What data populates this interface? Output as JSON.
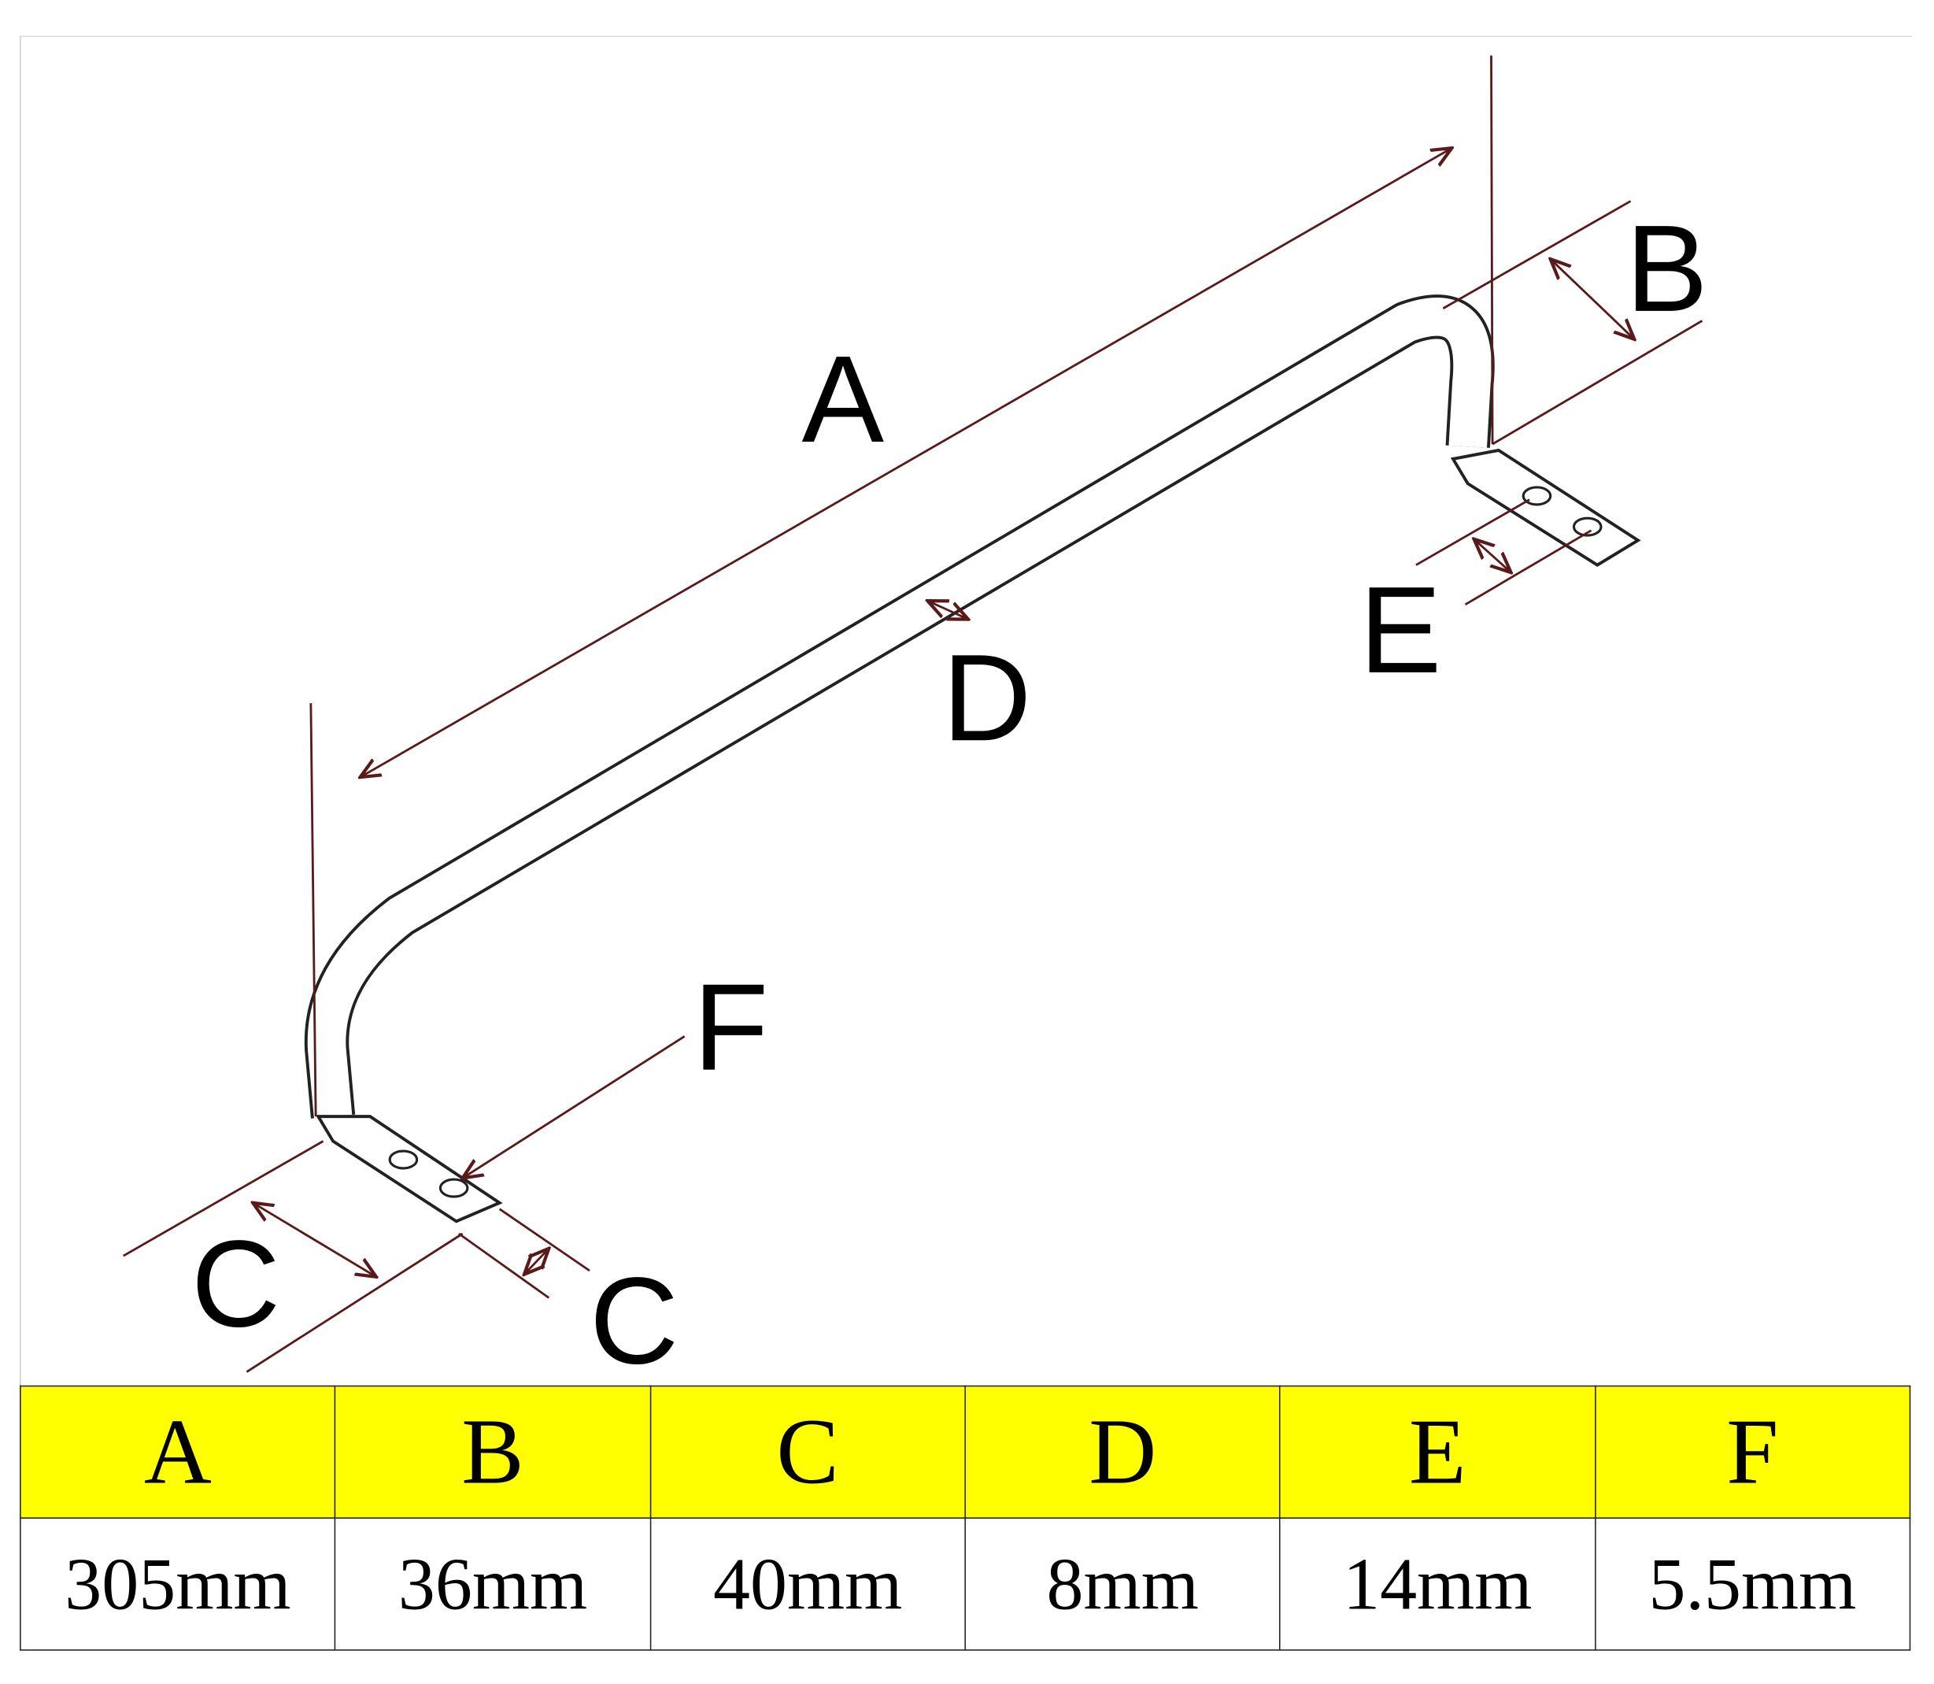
{
  "diagram": {
    "labels": {
      "A": "A",
      "B": "B",
      "C1": "C",
      "C2": "C",
      "D": "D",
      "E": "E",
      "F": "F"
    },
    "line_color": "#5a1a1a"
  },
  "table": {
    "headers": [
      "A",
      "B",
      "C",
      "D",
      "E",
      "F"
    ],
    "values": [
      "305mm",
      "36mm",
      "40mm",
      "8mm",
      "14mm",
      "5.5mm"
    ],
    "header_bg": "#ffff00"
  }
}
